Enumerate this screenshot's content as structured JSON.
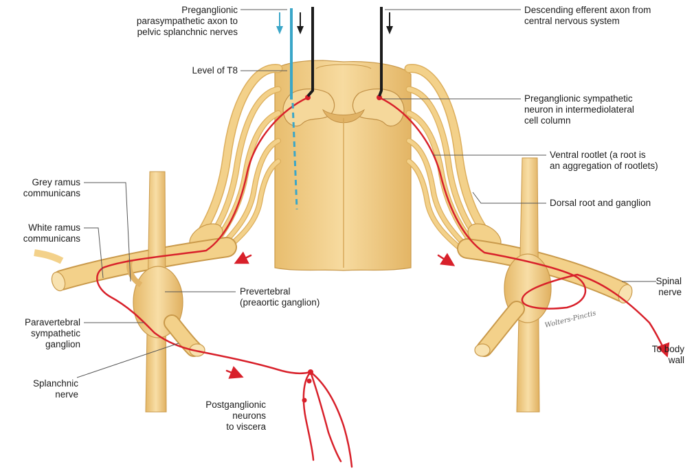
{
  "labels": {
    "preganglionic_parasympathetic": [
      "Preganglionic",
      "parasympathetic axon to",
      "pelvic splanchnic nerves"
    ],
    "level_t8": [
      "Level of T8"
    ],
    "descending_efferent": [
      "Descending efferent axon from",
      "central nervous system"
    ],
    "preganglionic_sympathetic": [
      "Preganglionic sympathetic",
      "neuron in intermediolateral",
      "cell column"
    ],
    "ventral_rootlet": [
      "Ventral rootlet (a root is",
      "an aggregation of rootlets)"
    ],
    "dorsal_root": [
      "Dorsal root and ganglion"
    ],
    "grey_ramus": [
      "Grey ramus",
      "communicans"
    ],
    "white_ramus": [
      "White ramus",
      "communicans"
    ],
    "prevertebral": [
      "Prevertebral",
      "(preaortic ganglion)"
    ],
    "paravertebral": [
      "Paravertebral",
      "sympathetic",
      "ganglion"
    ],
    "splanchnic": [
      "Splanchnic",
      "nerve"
    ],
    "postganglionic": [
      "Postganglionic",
      "neurons",
      "to viscera"
    ],
    "spinal_nerve": [
      "Spinal",
      "nerve"
    ],
    "to_body_wall": [
      "To body",
      "wall"
    ]
  },
  "signature": "Wolters-Pinctis",
  "colors": {
    "nerve_tissue": "#f3d18a",
    "nerve_shadow": "#dcae5c",
    "spinal_cord": "#f0cc85",
    "axon_red": "#d8202a",
    "parasympathetic_blue": "#3aa6c8",
    "efferent_black": "#1b1b1b",
    "leader_line": "#555555"
  }
}
